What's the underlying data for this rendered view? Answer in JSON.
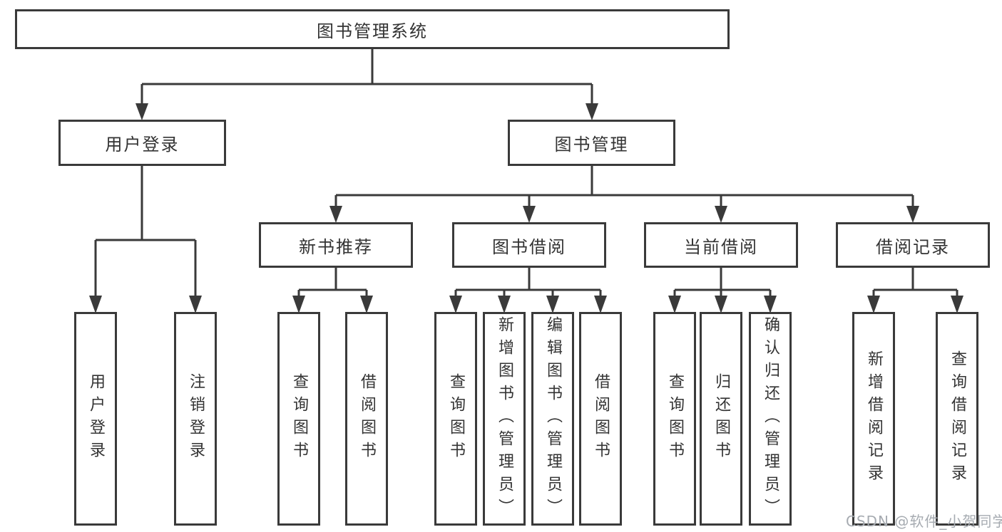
{
  "tree": {
    "root": {
      "label": "图书管理系统"
    },
    "user_login": {
      "label": "用户登录",
      "children": [
        {
          "label": "用户登录"
        },
        {
          "label": "注销登录"
        }
      ]
    },
    "book_management": {
      "label": "图书管理",
      "sections": [
        {
          "label": "新书推荐",
          "children": [
            {
              "label": "查询图书"
            },
            {
              "label": "借阅图书"
            }
          ]
        },
        {
          "label": "图书借阅",
          "children": [
            {
              "label": "查询图书"
            },
            {
              "label": "新增图书（管理员）"
            },
            {
              "label": "编辑图书（管理员）"
            },
            {
              "label": "借阅图书"
            }
          ]
        },
        {
          "label": "当前借阅",
          "children": [
            {
              "label": "查询图书"
            },
            {
              "label": "归还图书"
            },
            {
              "label": "确认归还（管理员）"
            }
          ]
        },
        {
          "label": "借阅记录",
          "children": [
            {
              "label": "新增借阅记录"
            },
            {
              "label": "查询借阅记录"
            }
          ]
        }
      ]
    }
  },
  "watermark": {
    "text": "CSDN @软件_小贺同学"
  },
  "colors": {
    "line": "#3a3a3a",
    "text": "#333333",
    "watermark": "#a6abb1",
    "background": "#ffffff"
  }
}
